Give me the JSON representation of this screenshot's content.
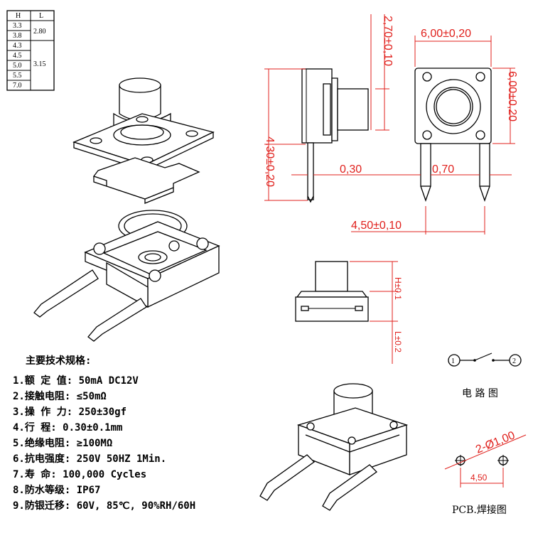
{
  "hl_table": {
    "header": [
      "H",
      "L"
    ],
    "rows": [
      {
        "h": "3.3",
        "l": "2.80"
      },
      {
        "h": "3.8",
        "l": ""
      },
      {
        "h": "4.3",
        "l": "3.15"
      },
      {
        "h": "4.5",
        "l": ""
      },
      {
        "h": "5.0",
        "l": ""
      },
      {
        "h": "5.5",
        "l": ""
      },
      {
        "h": "7.0",
        "l": ""
      }
    ]
  },
  "dimensions": {
    "body_height": "4,30±0,20",
    "cap_height": "2,70±0,10",
    "top_width": "6,00±0,20",
    "side_width": "6,00±0,20",
    "pin_thickness": "0,30",
    "pin_width": "0,70",
    "pin_pitch": "4,50±0,10",
    "h_tol": "H±0.1",
    "l_tol": "L±0.2",
    "hole_dia": "2-Ø1,00",
    "pcb_pitch": "4,50"
  },
  "specs": {
    "title": "主要技术规格:",
    "items": [
      "1.额 定 值: 50mA DC12V",
      "2.接触电阻: ≤50mΩ",
      "3.操 作 力: 250±30gf",
      "4.行    程: 0.30±0.1mm",
      "5.绝缘电阻: ≥100MΩ",
      "6.抗电强度: 250V 50HZ 1Min.",
      "7.寿    命: 100,000 Cycles",
      "8.防水等级: IP67",
      "9.防银迁移: 60V, 85℃, 90%RH/60H"
    ]
  },
  "circuit": {
    "pin1": "1",
    "pin2": "2",
    "caption": "电 路 图"
  },
  "pcb": {
    "caption": "PCB.焊接图"
  }
}
